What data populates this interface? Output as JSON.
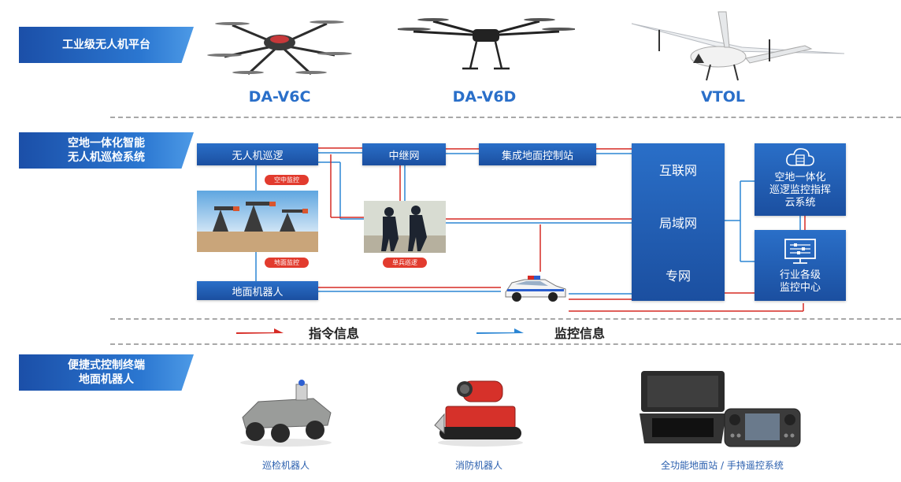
{
  "sections": {
    "platform": {
      "label": "工业级无人机平台"
    },
    "integrated": {
      "line1": "空地一体化智能",
      "line2": "无人机巡检系统"
    },
    "portable": {
      "line1": "便捷式控制终端",
      "line2": "地面机器人"
    }
  },
  "drones": [
    {
      "model": "DA-V6C"
    },
    {
      "model": "DA-V6D"
    },
    {
      "model": "VTOL"
    }
  ],
  "diagram": {
    "uav_patrol": "无人机巡逻",
    "aerial_monitoring": "空中监控",
    "ground_monitoring": "地面监控",
    "ground_robot": "地面机器人",
    "relay_network": "中继网",
    "soldier_patrol": "单兵巡逻",
    "ground_station": "集成地面控制站",
    "networks": {
      "internet": "互联网",
      "lan": "局域网",
      "private": "专网"
    },
    "cloud_system": {
      "line1": "空地一体化",
      "line2": "巡逻监控指挥",
      "line3": "云系统"
    },
    "monitor_center": {
      "line1": "行业各级",
      "line2": "监控中心"
    }
  },
  "legend": {
    "command": "指令信息",
    "monitoring": "监控信息",
    "command_color": "#d62a24",
    "monitoring_color": "#2b86d4"
  },
  "robots": [
    {
      "caption": "巡检机器人"
    },
    {
      "caption": "消防机器人"
    },
    {
      "caption": "全功能地面站 / 手持遥控系统"
    }
  ]
}
